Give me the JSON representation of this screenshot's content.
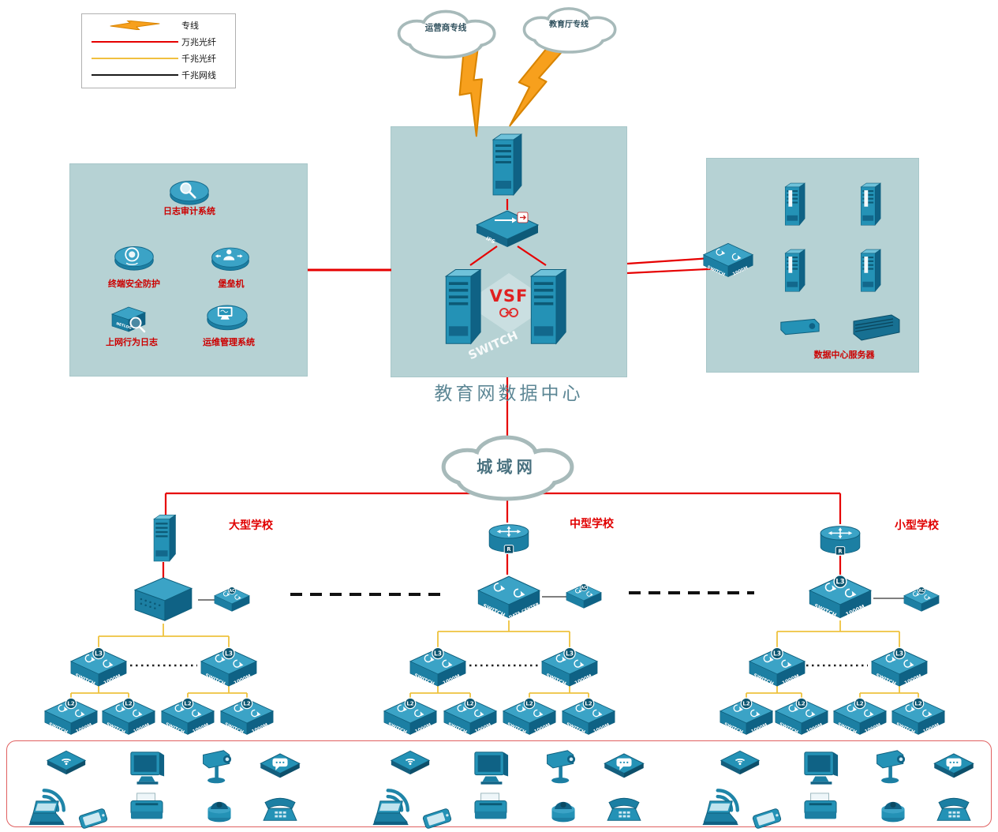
{
  "legend": {
    "items": [
      {
        "label": "专线"
      },
      {
        "label": "万兆光纤"
      },
      {
        "label": "千兆光纤"
      },
      {
        "label": "千兆网线"
      }
    ]
  },
  "clouds": {
    "carrier_label": "运营商专线",
    "education_label": "教育厅专线",
    "man_label": "城域网"
  },
  "data_center": {
    "title": "教育网数据中心",
    "vsf": "VSF",
    "switch_watermark": "SWITCH"
  },
  "security_panel": {
    "items": [
      {
        "label": "日志审计系统"
      },
      {
        "label": "终端安全防护"
      },
      {
        "label": "堡垒机"
      },
      {
        "label": "上网行为日志"
      },
      {
        "label": "运维管理系统"
      }
    ],
    "netlog": "NETLOG"
  },
  "server_panel": {
    "label": "数据中心服务器"
  },
  "schools": {
    "large": "大型学校",
    "medium": "中型学校",
    "small": "小型学校"
  },
  "devices": {
    "l3": {
      "badge": "L3",
      "front": "SWITCH",
      "side": "1000M"
    },
    "l2": {
      "badge": "L2",
      "front": "SWITCH",
      "side": "1000M"
    },
    "dc_switch": {
      "front": "SWITCH",
      "side": "DATA CENTER"
    },
    "panel_switch": {
      "front": "SWITCH",
      "side": "1000M"
    },
    "ac_badge": "AC",
    "router_badge": "R",
    "ips_label": "IPS"
  },
  "colors": {
    "dedicated_line": "#F7A01D",
    "fiber_10g": "#E60000",
    "fiber_1g": "#F0C040",
    "cable_1g": "#1A1A1A",
    "device_teal": "#2492B6",
    "panel_bg": "#B6D2D4",
    "label_red": "#CC0000"
  }
}
